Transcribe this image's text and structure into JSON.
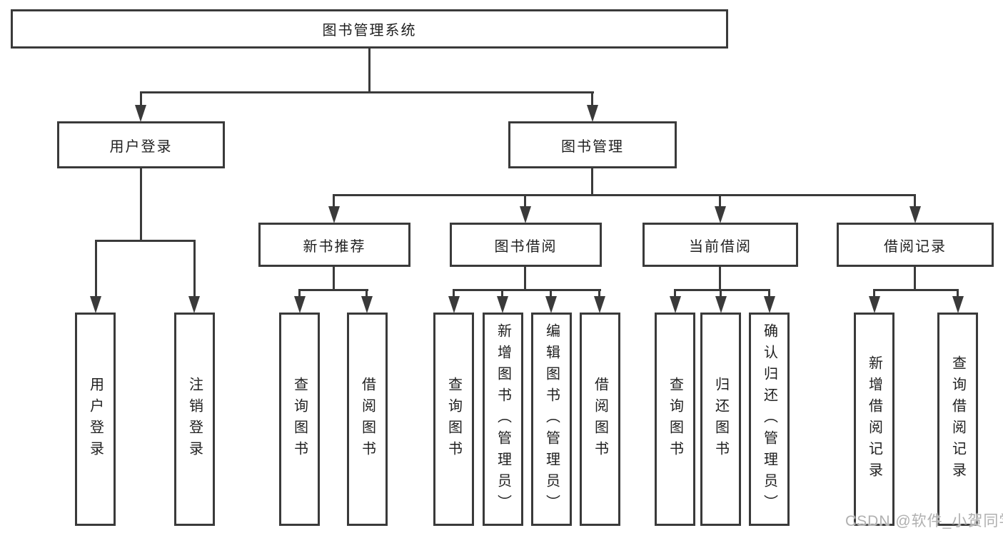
{
  "diagram_title": "图书管理系统",
  "watermark": "CSDN @软件_小贺同学",
  "colors": {
    "line": "#3a3a3a",
    "text": "#1f1f1f",
    "watermark": "#b0b0b0",
    "background": "#ffffff"
  },
  "tree": {
    "label": "图书管理系统",
    "children": [
      {
        "label": "用户登录",
        "children": [
          {
            "label": "用户登录"
          },
          {
            "label": "注销登录"
          }
        ]
      },
      {
        "label": "图书管理",
        "children": [
          {
            "label": "新书推荐",
            "children": [
              {
                "label": "查询图书"
              },
              {
                "label": "借阅图书"
              }
            ]
          },
          {
            "label": "图书借阅",
            "children": [
              {
                "label": "查询图书"
              },
              {
                "label": "新增图书（管理员）"
              },
              {
                "label": "编辑图书（管理员）"
              },
              {
                "label": "借阅图书"
              }
            ]
          },
          {
            "label": "当前借阅",
            "children": [
              {
                "label": "查询图书"
              },
              {
                "label": "归还图书"
              },
              {
                "label": "确认归还（管理员）"
              }
            ]
          },
          {
            "label": "借阅记录",
            "children": [
              {
                "label": "新增借阅记录"
              },
              {
                "label": "查询借阅记录"
              }
            ]
          }
        ]
      }
    ]
  }
}
